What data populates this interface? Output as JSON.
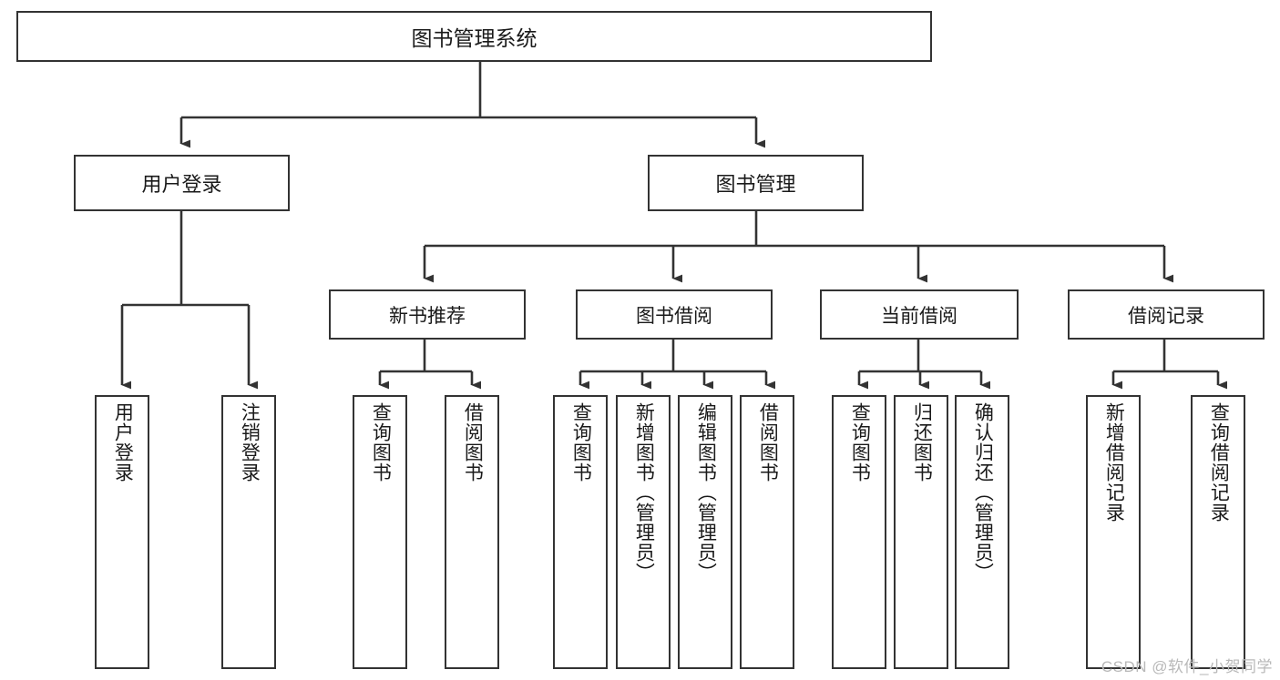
{
  "diagram": {
    "title": "图书管理系统",
    "type": "tree",
    "orientation": "top-down",
    "line_color": "#333333",
    "box_fill": "#ffffff",
    "text_color": "#1a1a1a"
  },
  "nodes": {
    "root": {
      "label": "图书管理系统"
    },
    "level1": [
      {
        "id": "user-login",
        "label": "用户登录"
      },
      {
        "id": "book-manage",
        "label": "图书管理"
      }
    ],
    "level2": [
      {
        "id": "new-book-recommend",
        "label": "新书推荐"
      },
      {
        "id": "book-borrow",
        "label": "图书借阅"
      },
      {
        "id": "current-borrow",
        "label": "当前借阅"
      },
      {
        "id": "borrow-record",
        "label": "借阅记录"
      }
    ],
    "leaves": [
      {
        "id": "leaf-user-login",
        "label": "用户登录"
      },
      {
        "id": "leaf-logout",
        "label": "注销登录"
      },
      {
        "id": "leaf-query-book-1",
        "label": "查询图书"
      },
      {
        "id": "leaf-borrow-book-1",
        "label": "借阅图书"
      },
      {
        "id": "leaf-query-book-2",
        "label": "查询图书"
      },
      {
        "id": "leaf-add-book",
        "label": "新增图书（管理员）"
      },
      {
        "id": "leaf-edit-book",
        "label": "编辑图书（管理员）"
      },
      {
        "id": "leaf-borrow-book-2",
        "label": "借阅图书"
      },
      {
        "id": "leaf-query-book-3",
        "label": "查询图书"
      },
      {
        "id": "leaf-return-book",
        "label": "归还图书"
      },
      {
        "id": "leaf-confirm-return",
        "label": "确认归还（管理员）"
      },
      {
        "id": "leaf-add-record",
        "label": "新增借阅记录"
      },
      {
        "id": "leaf-query-record",
        "label": "查询借阅记录"
      }
    ]
  },
  "watermark": {
    "text": "CSDN @软件_小贺同学"
  },
  "chart_data": {
    "type": "diagram",
    "title": "图书管理系统",
    "hierarchy": [
      {
        "label": "图书管理系统",
        "children": [
          {
            "label": "用户登录",
            "children": [
              {
                "label": "用户登录",
                "children": []
              },
              {
                "label": "注销登录",
                "children": []
              }
            ]
          },
          {
            "label": "图书管理",
            "children": [
              {
                "label": "新书推荐",
                "children": [
                  {
                    "label": "查询图书",
                    "children": []
                  },
                  {
                    "label": "借阅图书",
                    "children": []
                  }
                ]
              },
              {
                "label": "图书借阅",
                "children": [
                  {
                    "label": "查询图书",
                    "children": []
                  },
                  {
                    "label": "新增图书（管理员）",
                    "children": []
                  },
                  {
                    "label": "编辑图书（管理员）",
                    "children": []
                  },
                  {
                    "label": "借阅图书",
                    "children": []
                  }
                ]
              },
              {
                "label": "当前借阅",
                "children": [
                  {
                    "label": "查询图书",
                    "children": []
                  },
                  {
                    "label": "归还图书",
                    "children": []
                  },
                  {
                    "label": "确认归还（管理员）",
                    "children": []
                  }
                ]
              },
              {
                "label": "借阅记录",
                "children": [
                  {
                    "label": "新增借阅记录",
                    "children": []
                  },
                  {
                    "label": "查询借阅记录",
                    "children": []
                  }
                ]
              }
            ]
          }
        ]
      }
    ]
  }
}
